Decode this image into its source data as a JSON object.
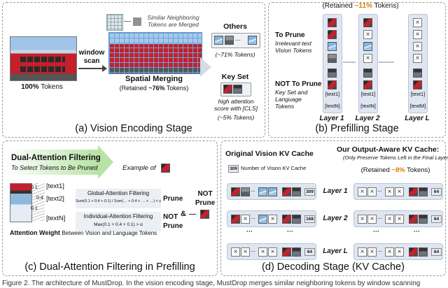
{
  "panel_a": {
    "legend": "Similar Neighboring Tokens are Merged",
    "full_tokens_pct": "100%",
    "full_tokens_word": "Tokens",
    "window_scan": "window scan",
    "spatial_merging": "Spatial Merging",
    "spatial_retained": "(Retained ~76% Tokens)",
    "others": "Others",
    "others_pct": "(~71% Tokens)",
    "keyset": "Key Set",
    "keyset_desc": "high attention score with [CLS]",
    "keyset_pct": "(~5% Tokens)",
    "caption": "(a) Vision Encoding Stage"
  },
  "panel_b": {
    "retained": "(Retained ~11% Tokens)",
    "to_prune": "To Prune",
    "to_prune_desc": "Irrelevant-text Vision Tokens",
    "not_prune": "NOT To Prune",
    "not_prune_desc": "Key Set and Language Tokens",
    "text1": "[text1]",
    "textN": "[textN]",
    "textM": "[textM]",
    "layer1": "Layer 1",
    "layer2": "Layer 2",
    "layerL": "Layer L",
    "caption": "(b) Prefilling Stage"
  },
  "panel_c": {
    "title": "Dual-Attention Filtering",
    "subtitle": "To Select Tokens to Be Pruned",
    "example": "Example of",
    "t1": "[text1]",
    "t2": "[text2]",
    "tN": "[textN]",
    "w1": "0.1",
    "w2": "0.4",
    "w3": "0.1",
    "global_label": "Global-Attention Filtering",
    "global_formula": "Sum(0.1 + 0.4 + 0.1) / Sum(… + 0.4 + … + …) < γ",
    "prune1": "Prune",
    "indiv_label": "Individual-Attention Filtering",
    "indiv_formula": "Max(0.1 + 0.4 + 0.1) > α",
    "not1": "NOT",
    "prune2": "Prune",
    "amp": "&",
    "not_final": "NOT",
    "prune_final": "Prune",
    "attn_label": "Attention Weight",
    "attn_desc": "Between Vision and Language Tokens",
    "caption": "(c) Dual-Attention Filtering in Prefilling"
  },
  "panel_d": {
    "orig_title": "Original Vision KV Cache",
    "legend_num": "309",
    "legend_text": "Number of Vision KV Cache",
    "ours_title": "Our Output-Aware KV Cache:",
    "ours_sub": "(Only Preserve Tokens Left in the Final Layer)",
    "retained": "(Retained ~8% Tokens)",
    "layer1": "Layer 1",
    "layer2": "Layer 2",
    "layerL": "Layer L",
    "n309": "309",
    "n168": "168",
    "n64a": "64",
    "n64b": "64",
    "n64c": "64",
    "n64d": "64",
    "caption": "(d) Decoding Stage (KV Cache)"
  },
  "footer": "Figure 2. The architecture of MustDrop. In the vision encoding stage, MustDrop merges similar neighboring tokens by window scanning"
}
